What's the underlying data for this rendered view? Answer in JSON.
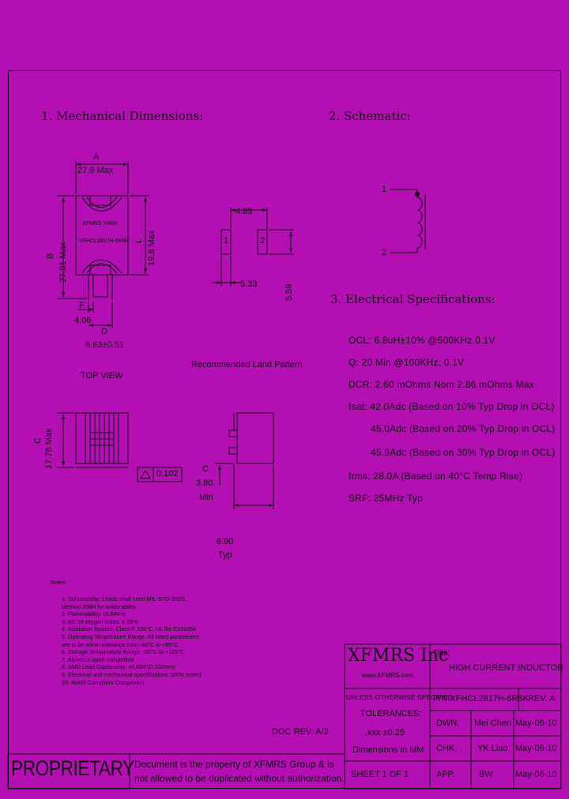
{
  "sections": {
    "mechanical": "1. Mechanical Dimensions:",
    "schematic": "2. Schematic:",
    "electrical": "3. Electrical Specifications:"
  },
  "top_view": {
    "a_label": "A",
    "a_value": "27.9 Max",
    "b_label": "B",
    "b_value": "27.91 Max",
    "l_label": "L",
    "l_value": "19.8 Max",
    "marking_line1": "XFMRS YWW",
    "marking_line2": "XFHCL2817H-6R8K",
    "f_label": "F",
    "f_value": "4.06",
    "d_label": "D",
    "d_value": "6.63±0.51",
    "caption": "TOP VIEW"
  },
  "land_pattern": {
    "dim1": "4.83",
    "dim2": "5.33",
    "dim3": "5.59",
    "pad1": "1",
    "pad2": "2",
    "caption": "Recommended Land Pattern"
  },
  "side_view": {
    "c_label": "C",
    "c_value": "17.78 Max",
    "coplanarity": "0.102"
  },
  "end_view": {
    "c_label": "C",
    "c_value": "3.80",
    "c_min": "Min",
    "width_value": "6.90",
    "width_typ": "Typ"
  },
  "schematic": {
    "pin1": "1",
    "pin2": "2"
  },
  "specs": [
    "OCL: 6.8uH±10% @500KHz 0.1V",
    "Q: 20 Min @100KHz, 0.1V",
    "DCR: 2.60 mOhms Nom 2.86 mOhms Max",
    "Isat: 42.0Adc (Based on 10% Typ Drop in OCL)",
    "45.0Adc (Based on 20% Typ Drop in OCL)",
    "45.9Adc (Based on 30% Typ Drop in OCL)",
    "Irms: 28.0A (Based on 40°C Temp Rise)",
    "SRF: 25MHz Typ"
  ],
  "notes_title": "Notes:",
  "notes": [
    "1. Solderability: Leads shall meet MIL-STD-202G,",
    "    Method 208H for solderability.",
    "2. Flammability: UL94V-0",
    "3. ASTM oxygen index: > 28%",
    "4. Insulation System: Class F 155°C, UL file E151556",
    "5. Operating Temperature Range: All listed parameters",
    "    are to be within tolerance from -40°C to +85°C",
    "6. Storage Temperature Range: -55°C to +125°C",
    "7. Aqueous wash compatible",
    "8. SMD Lead Coplanarity: ±0.004\"(0.102mm)",
    "9. Electrical and mechanical specifications 100% tested",
    "10. RoHS Compliant Component"
  ],
  "doc_rev": "DOC REV: A/2",
  "title_block": {
    "company": "XFMRS Inc",
    "website": "www.XFMRS.com",
    "title_label": "Title:",
    "title": "HIGH CURRENT INDUCTOR",
    "tol_line1": "UNLESS OTHERWISE SPECIFIED",
    "tol_line2": "TOLERANCES:",
    "tol_line3": ".xxx ±0.25",
    "tol_line4": "Dimensions in MM",
    "pn": "P/N:XFHCL2817H-6R8K",
    "rev": "REV. A",
    "dwn_label": "DWN.",
    "dwn_name": "Mei Chen",
    "dwn_date": "May-06-10",
    "chk_label": "CHK.",
    "chk_name": "YK Liao",
    "chk_date": "May-06-10",
    "app_label": "APP.",
    "app_name": "BW",
    "app_date": "May-06-10",
    "sheet": "SHEET 1 OF 1"
  },
  "proprietary": {
    "label": "PROPRIETARY",
    "line1": "Document is the property of XFMRS Group & is",
    "line2": "not allowed to be duplicated without authorization."
  }
}
